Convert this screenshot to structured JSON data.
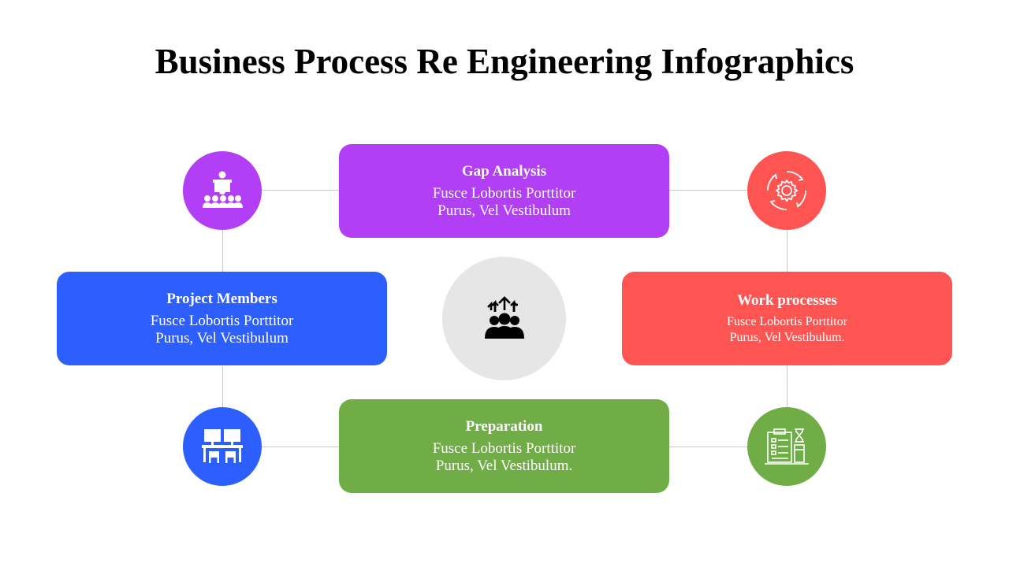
{
  "title": "Business Process Re Engineering Infographics",
  "colors": {
    "purple": "#b23ef5",
    "red": "#fe5552",
    "blue": "#2d5ffe",
    "green": "#70ad47",
    "center": "#e6e6e6",
    "line": "#c8c8c8"
  },
  "boxes": {
    "gap_analysis": {
      "title": "Gap Analysis",
      "line1": "Fusce Lobortis Porttitor",
      "line2": "Purus, Vel Vestibulum"
    },
    "project_members": {
      "title": "Project Members",
      "line1": "Fusce Lobortis Porttitor",
      "line2": "Purus, Vel Vestibulum"
    },
    "work_processes": {
      "title": "Work processes",
      "line1": "Fusce Lobortis Porttitor",
      "line2": "Purus, Vel Vestibulum."
    },
    "preparation": {
      "title": "Preparation",
      "line1": "Fusce Lobortis Porttitor",
      "line2": "Purus, Vel Vestibulum."
    }
  },
  "icons": {
    "top_left": "presentation-audience-icon",
    "top_right": "gear-cycle-icon",
    "bottom_left": "office-desks-icon",
    "bottom_right": "checklist-hourglass-icon",
    "center": "team-growth-icon"
  }
}
